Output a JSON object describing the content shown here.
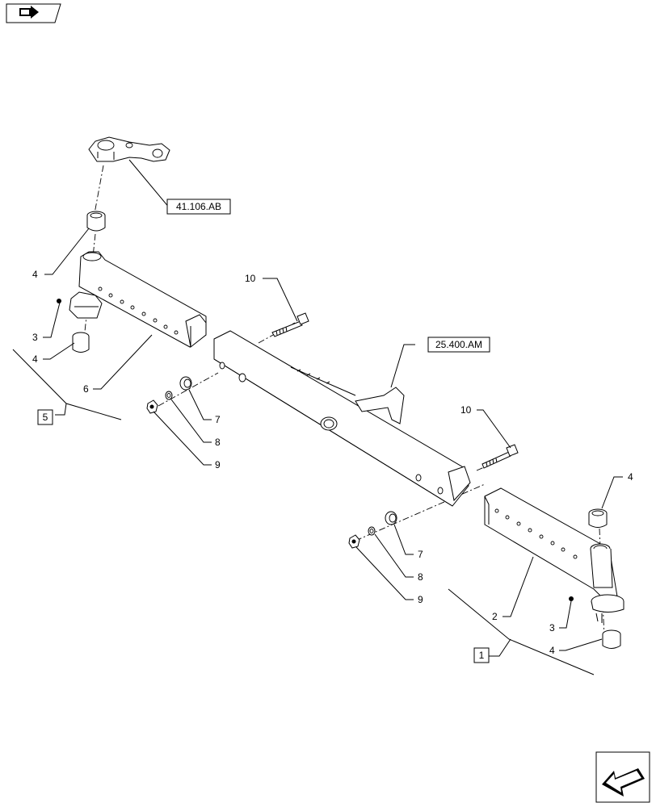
{
  "nav": {
    "top_icon": "book-arrow-icon",
    "bottom_icon": "next-page-arrow-icon"
  },
  "references": {
    "steering_ref": "41.106.AB",
    "frame_ref": "25.400.AM"
  },
  "assemblies": {
    "left": "5",
    "right": "1"
  },
  "callouts": {
    "c10_top": "10",
    "c4_a": "4",
    "c3_left": "3",
    "c4_b": "4",
    "c6": "6",
    "c7_left": "7",
    "c8_left": "8",
    "c9_left": "9",
    "c10_right": "10",
    "c4_right_top": "4",
    "c7_right": "7",
    "c8_right": "8",
    "c9_right": "9",
    "c2": "2",
    "c3_right": "3",
    "c4_right_bottom": "4"
  }
}
